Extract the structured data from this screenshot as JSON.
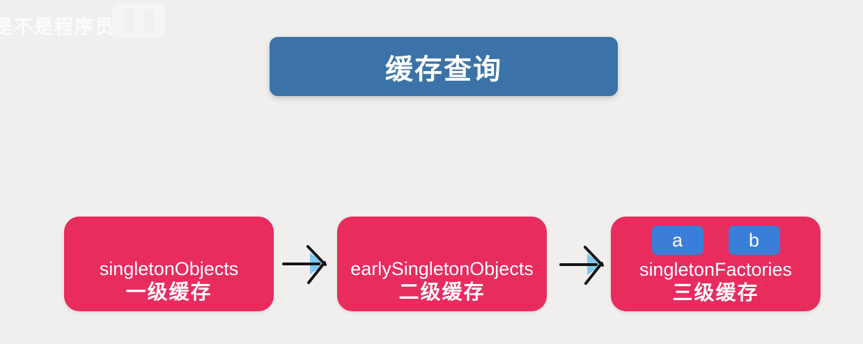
{
  "watermark": {
    "text": "是不是程序员"
  },
  "title": {
    "label": "缓存查询"
  },
  "flow": {
    "nodes": [
      {
        "name": "singletonObjects",
        "label": "一级缓存",
        "items": []
      },
      {
        "name": "earlySingletonObjects",
        "label": "二级缓存",
        "items": []
      },
      {
        "name": "singletonFactories",
        "label": "三级缓存",
        "items": [
          "a",
          "b"
        ]
      }
    ],
    "arrow_count": 2
  },
  "colors": {
    "background": "#f0efed",
    "title_bg": "#3b73a8",
    "node_bg": "#e82c5e",
    "item_bg": "#3b7ed9",
    "text": "#ffffff",
    "arrow_stroke": "#141414",
    "arrowhead_fill": "#82c8ee"
  }
}
